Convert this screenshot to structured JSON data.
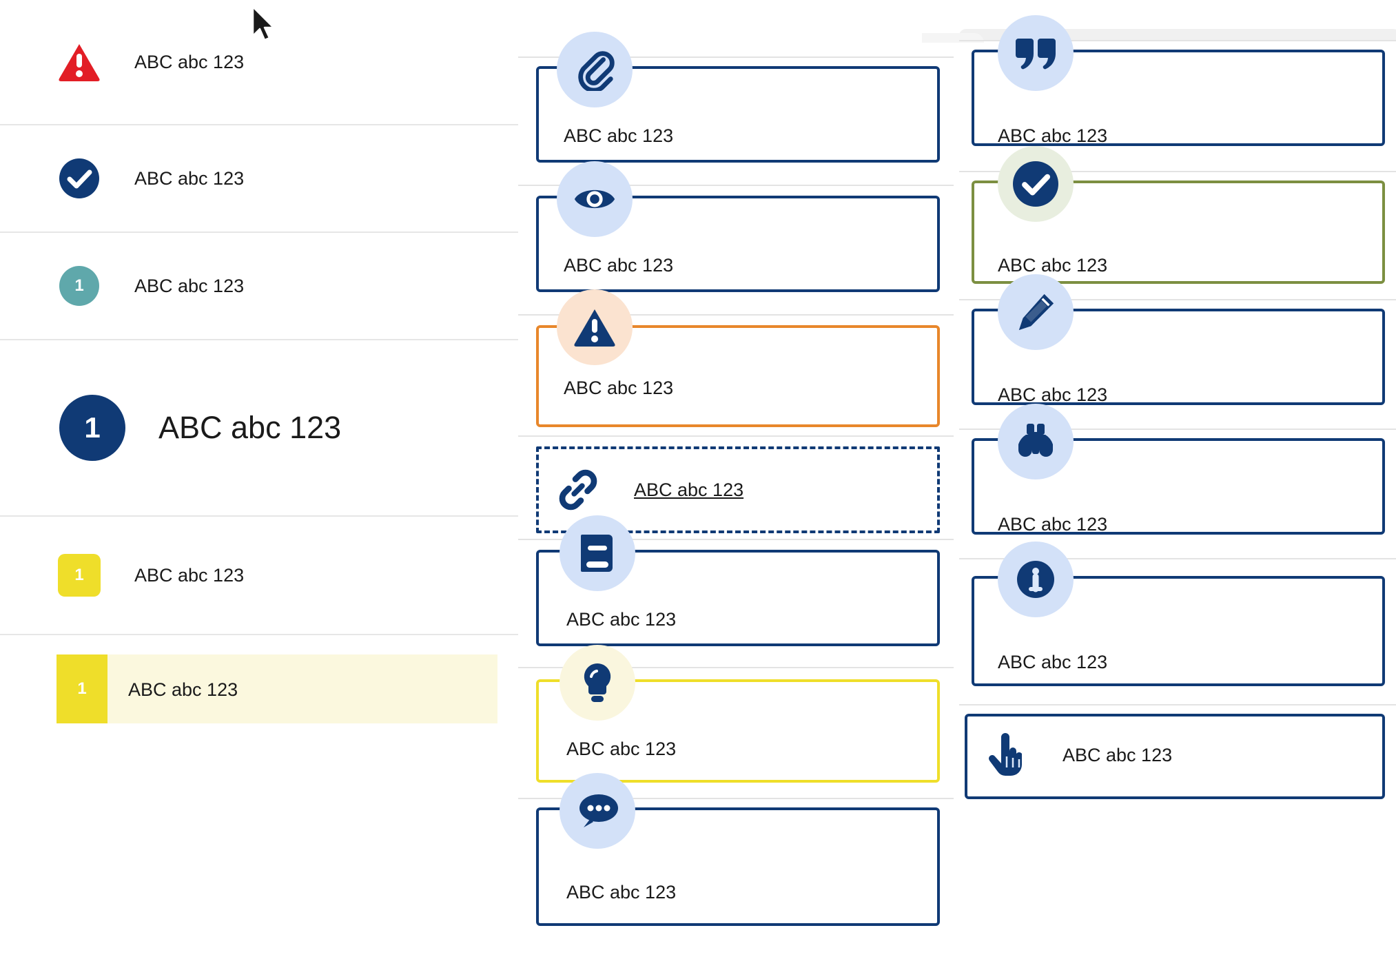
{
  "page": {
    "title": "Notification styles and callout card specimen sheet",
    "colors": {
      "navy": "#103A75",
      "navy_dark": "#0E3468",
      "red": "#E21E26",
      "teal": "#5FA8AB",
      "yellow": "#EFDE2A",
      "yellow_bg": "#FBF8DE",
      "orange": "#E8872B",
      "olive": "#7C8F41",
      "badge_blue_bg": "#D3E1F8",
      "badge_peach_bg": "#FBE3D0",
      "badge_green_bg": "#E8EEDF",
      "badge_cream_bg": "#FAF6DE",
      "divider": "#E3E3E3"
    }
  },
  "left_panel": {
    "rows": [
      {
        "label": "ABC abc 123",
        "icon": "warning-triangle-icon",
        "badge_text": "",
        "variant": "red-triangle"
      },
      {
        "label": "ABC abc 123",
        "icon": "check-circle-icon",
        "badge_text": "",
        "variant": "navy-circle"
      },
      {
        "label": "ABC abc 123",
        "icon": "number-badge-icon",
        "badge_text": "1",
        "variant": "teal-circle"
      },
      {
        "label": "ABC abc 123",
        "icon": "number-badge-icon",
        "badge_text": "1",
        "variant": "navy-circle-large"
      },
      {
        "label": "ABC abc 123",
        "icon": "number-badge-icon",
        "badge_text": "1",
        "variant": "yellow-square"
      },
      {
        "label": "ABC abc 123",
        "icon": "number-badge-icon",
        "badge_text": "1",
        "variant": "yellow-square-highlight"
      }
    ]
  },
  "middle_column": {
    "cards": [
      {
        "label": "ABC abc 123",
        "icon": "paperclip-icon",
        "border": "navy",
        "badge_bg": "badge_blue_bg"
      },
      {
        "label": "ABC abc 123",
        "icon": "eye-icon",
        "border": "navy",
        "badge_bg": "badge_blue_bg"
      },
      {
        "label": "ABC abc 123",
        "icon": "warning-triangle-icon",
        "border": "orange",
        "badge_bg": "badge_peach_bg"
      },
      {
        "label": "ABC abc 123",
        "icon": "link-icon",
        "border": "navy-dashed",
        "badge_bg": "none",
        "style": "inline-link"
      },
      {
        "label": "ABC abc 123",
        "icon": "book-icon",
        "border": "navy",
        "badge_bg": "badge_blue_bg"
      },
      {
        "label": "ABC abc 123",
        "icon": "lightbulb-icon",
        "border": "yellow",
        "badge_bg": "badge_cream_bg"
      },
      {
        "label": "ABC abc 123",
        "icon": "comment-dots-icon",
        "border": "navy",
        "badge_bg": "badge_blue_bg"
      }
    ]
  },
  "right_column": {
    "cards": [
      {
        "label": "ABC abc 123",
        "icon": "quote-icon",
        "border": "navy",
        "badge_bg": "badge_blue_bg"
      },
      {
        "label": "ABC abc 123",
        "icon": "check-circle-icon",
        "border": "olive",
        "badge_bg": "badge_green_bg"
      },
      {
        "label": "ABC abc 123",
        "icon": "pencil-icon",
        "border": "navy",
        "badge_bg": "badge_blue_bg"
      },
      {
        "label": "ABC abc 123",
        "icon": "binoculars-icon",
        "border": "navy",
        "badge_bg": "badge_blue_bg"
      },
      {
        "label": "ABC abc 123",
        "icon": "info-circle-icon",
        "border": "navy",
        "badge_bg": "badge_blue_bg"
      },
      {
        "label": "ABC abc 123",
        "icon": "pointing-hand-icon",
        "border": "navy",
        "badge_bg": "none",
        "style": "inline-hand"
      }
    ]
  },
  "cursor": {
    "icon": "mouse-pointer-icon"
  }
}
